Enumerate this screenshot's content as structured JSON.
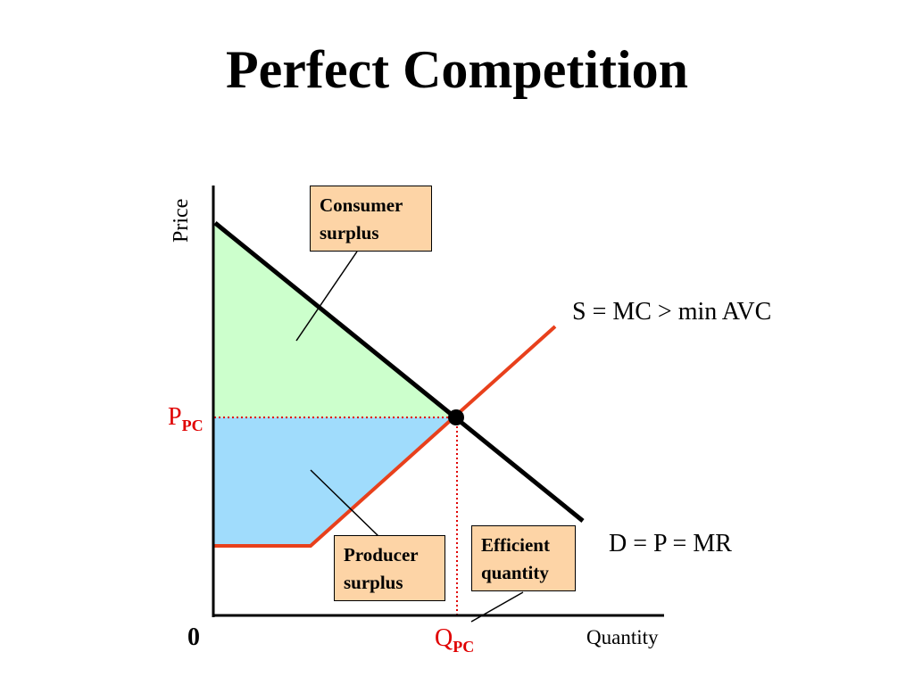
{
  "title": "Perfect Competition",
  "axes": {
    "y_label": "Price",
    "x_label": "Quantity",
    "origin": "0"
  },
  "price_label": {
    "main": "P",
    "sub": "PC"
  },
  "quantity_label": {
    "main": "Q",
    "sub": "PC"
  },
  "curves": {
    "supply": "S = MC > min AVC",
    "demand": "D = P = MR"
  },
  "callouts": {
    "consumer_surplus": [
      "Consumer",
      "surplus"
    ],
    "producer_surplus": [
      "Producer",
      "surplus"
    ],
    "efficient_quantity": [
      "Efficient",
      "quantity"
    ]
  },
  "colors": {
    "consumer_surplus_fill": "#ccffcc",
    "producer_surplus_fill": "#a0dcfc",
    "supply_line": "#e8401c",
    "demand_line": "#000000",
    "equilibrium_label": "#e00000",
    "callout_fill": "#fdd4a6"
  }
}
